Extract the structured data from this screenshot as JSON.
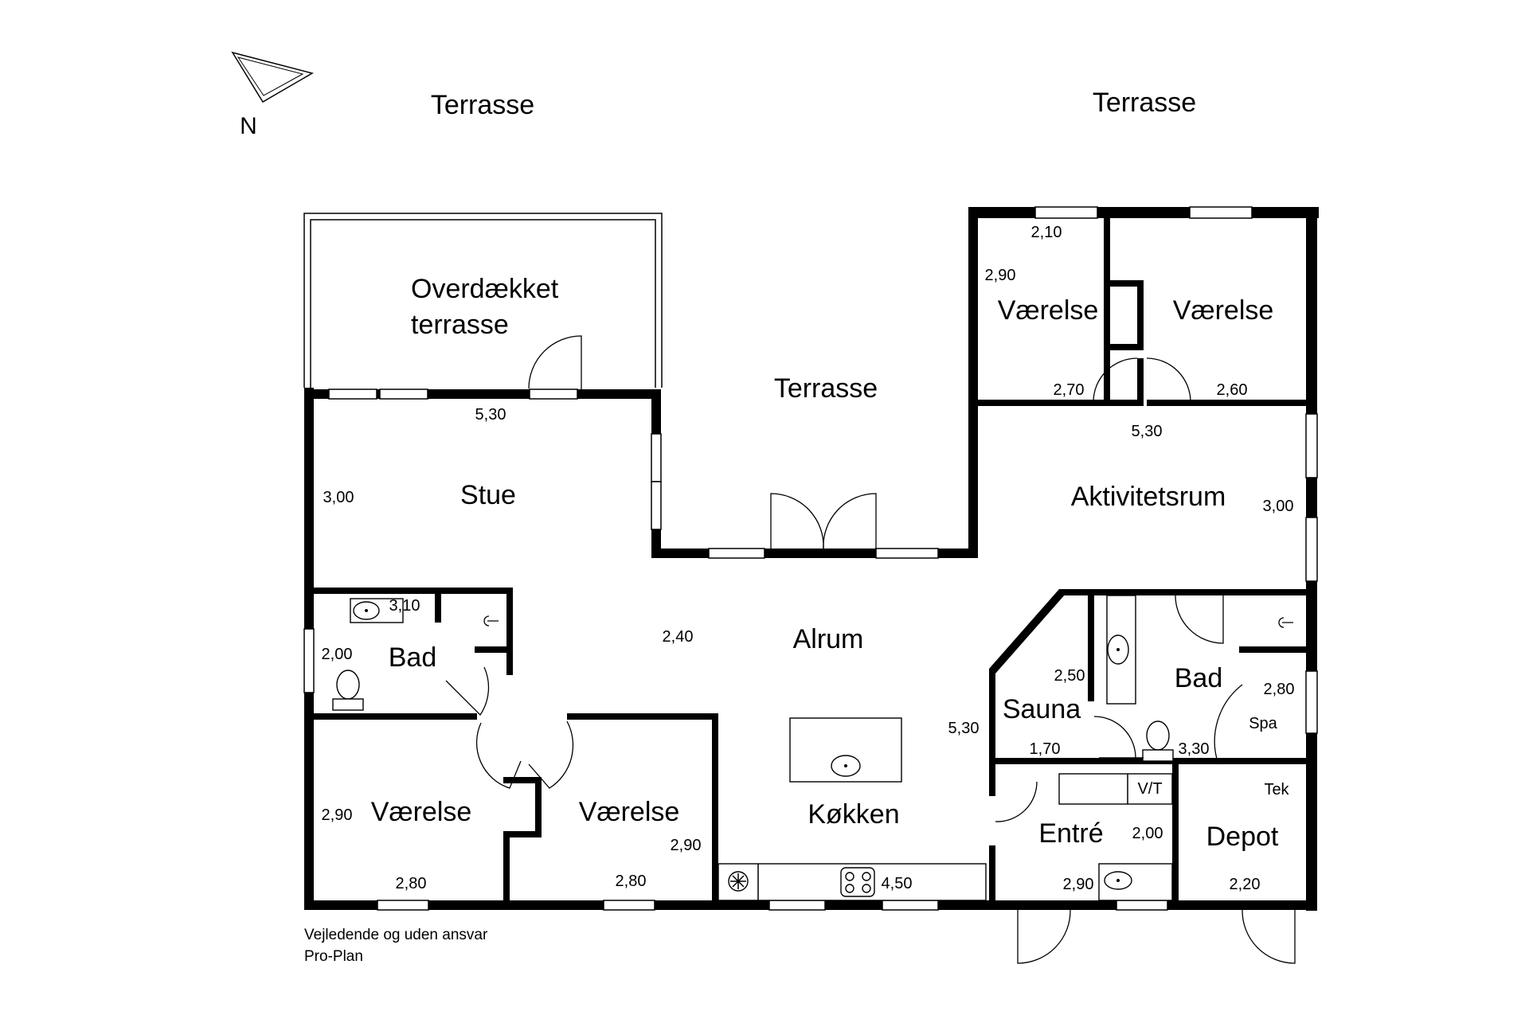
{
  "compass": {
    "label": "N"
  },
  "outdoor": {
    "terrace_top_left": "Terrasse",
    "terrace_top_right": "Terrasse",
    "terrace_middle": "Terrasse",
    "covered_terrace_line1": "Overdækket",
    "covered_terrace_line2": "terrasse"
  },
  "rooms": {
    "stue": "Stue",
    "alrum": "Alrum",
    "koekken": "Køkken",
    "bad_left": "Bad",
    "vaerelse_bl": "Værelse",
    "vaerelse_bm": "Værelse",
    "vaerelse_tl": "Værelse",
    "vaerelse_tr": "Værelse",
    "aktivitetsrum": "Aktivitetsrum",
    "sauna": "Sauna",
    "bad_right": "Bad",
    "entre": "Entré",
    "depot": "Depot"
  },
  "small_labels": {
    "spa": "Spa",
    "vt": "V/T",
    "tek": "Tek"
  },
  "dimensions": {
    "stue_width": "5,30",
    "stue_depth": "3,00",
    "bad_left_width": "3,10",
    "bad_left_depth": "2,00",
    "alrum_depth": "2,40",
    "vaerelse_bl_depth": "2,90",
    "vaerelse_bl_width": "2,80",
    "vaerelse_bm_depth": "2,90",
    "vaerelse_bm_width": "2,80",
    "koekken_width": "4,50",
    "alrum_width": "5,30",
    "vaerelse_tl_width_top": "2,10",
    "vaerelse_tl_depth": "2,90",
    "vaerelse_tl_width_bottom": "2,70",
    "vaerelse_tr_width": "2,60",
    "aktivitetsrum_width": "5,30",
    "aktivitetsrum_depth": "3,00",
    "sauna_width_top": "2,50",
    "sauna_width_bottom": "1,70",
    "bad_right_depth": "2,80",
    "bad_right_width": "3,30",
    "entre_depth": "2,00",
    "entre_width": "2,90",
    "depot_width": "2,20"
  },
  "footer": {
    "line1": "Vejledende og uden ansvar",
    "line2": "Pro-Plan"
  }
}
